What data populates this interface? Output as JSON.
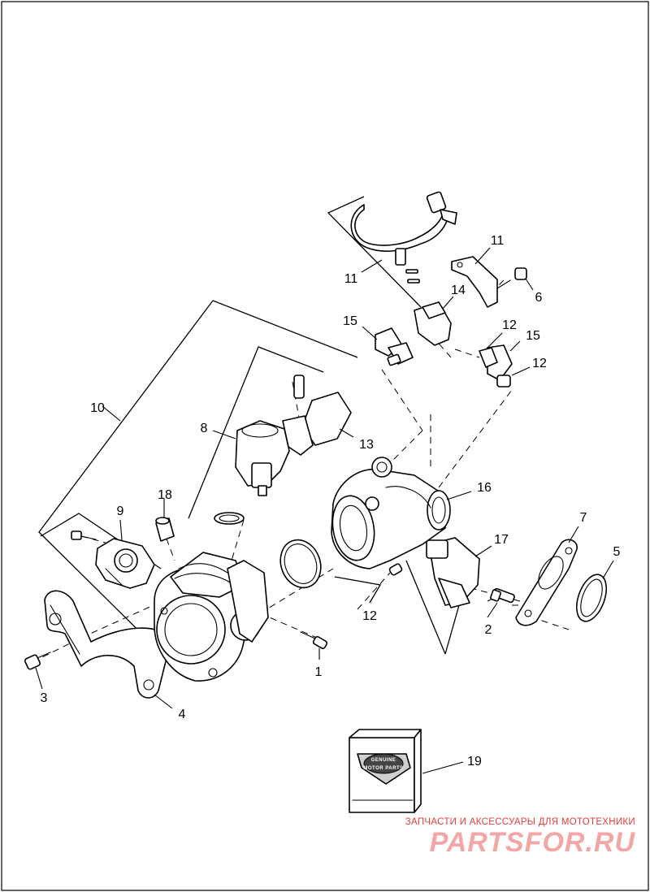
{
  "callouts": {
    "c1": "1",
    "c2": "2",
    "c3": "3",
    "c4": "4",
    "c5": "5",
    "c6": "6",
    "c7": "7",
    "c8": "8",
    "c9": "9",
    "c10": "10",
    "c11a": "11",
    "c11b": "11",
    "c12a": "12",
    "c12b": "12",
    "c12c": "12",
    "c13": "13",
    "c14": "14",
    "c15a": "15",
    "c15b": "15",
    "c16": "16",
    "c17": "17",
    "c18": "18",
    "c19": "19"
  },
  "package_label": {
    "top": "GENUINE",
    "bottom": "MOTOR PARTS"
  },
  "watermark": {
    "caption": "ЗАПЧАСТИ И АКСЕССУАРЫ ДЛЯ МОТОТЕХНИКИ",
    "logo": "PARTSFOR.RU"
  },
  "colors": {
    "line": "#000000",
    "background": "#ffffff",
    "watermark_caption": "#e33d3d",
    "watermark_logo": "#f2a7a7"
  }
}
